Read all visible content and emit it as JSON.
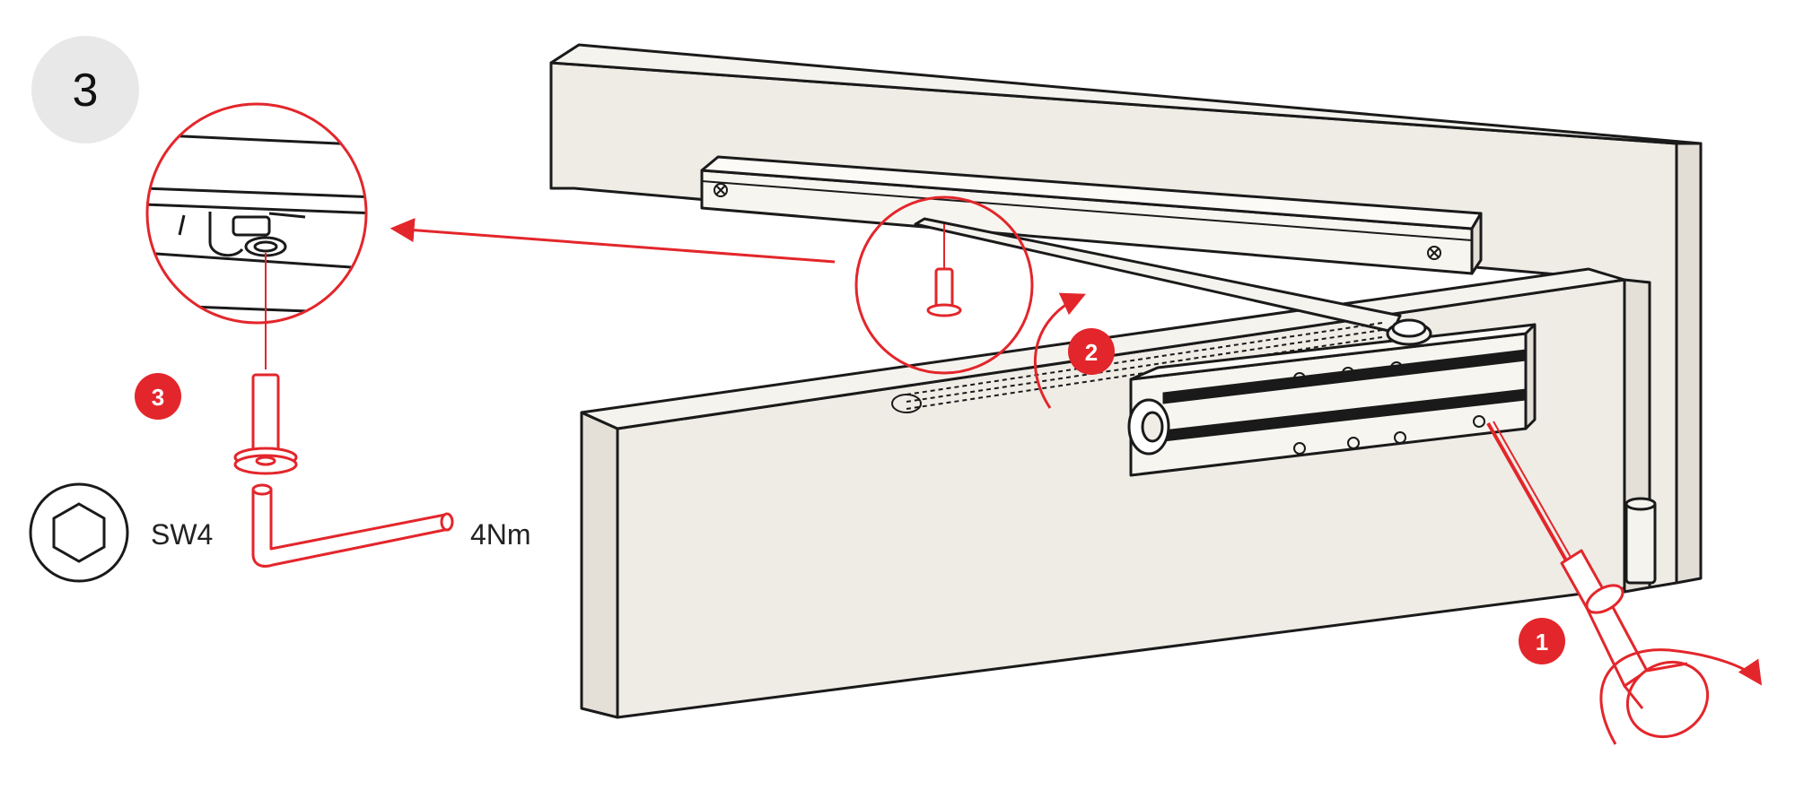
{
  "step": {
    "number": "3"
  },
  "badges": {
    "screwdriver": "1",
    "arm_rotate": "2",
    "screw": "3"
  },
  "tool": {
    "hex_size": "SW4",
    "torque": "4Nm",
    "icon": "hex-socket-icon"
  },
  "icons": {
    "detail_zoom": "magnifier-circle-icon",
    "hex_key": "allen-key-icon",
    "screwdriver": "screwdriver-icon",
    "screw": "screw-icon",
    "rotate_arrow": "curved-arrow-icon",
    "pointer_arrow": "arrow-left-icon"
  },
  "colors": {
    "accent": "#e3262b",
    "frame_fill": "#efece6",
    "line": "#1a1a1a",
    "step_circle": "#e8e8e8"
  }
}
